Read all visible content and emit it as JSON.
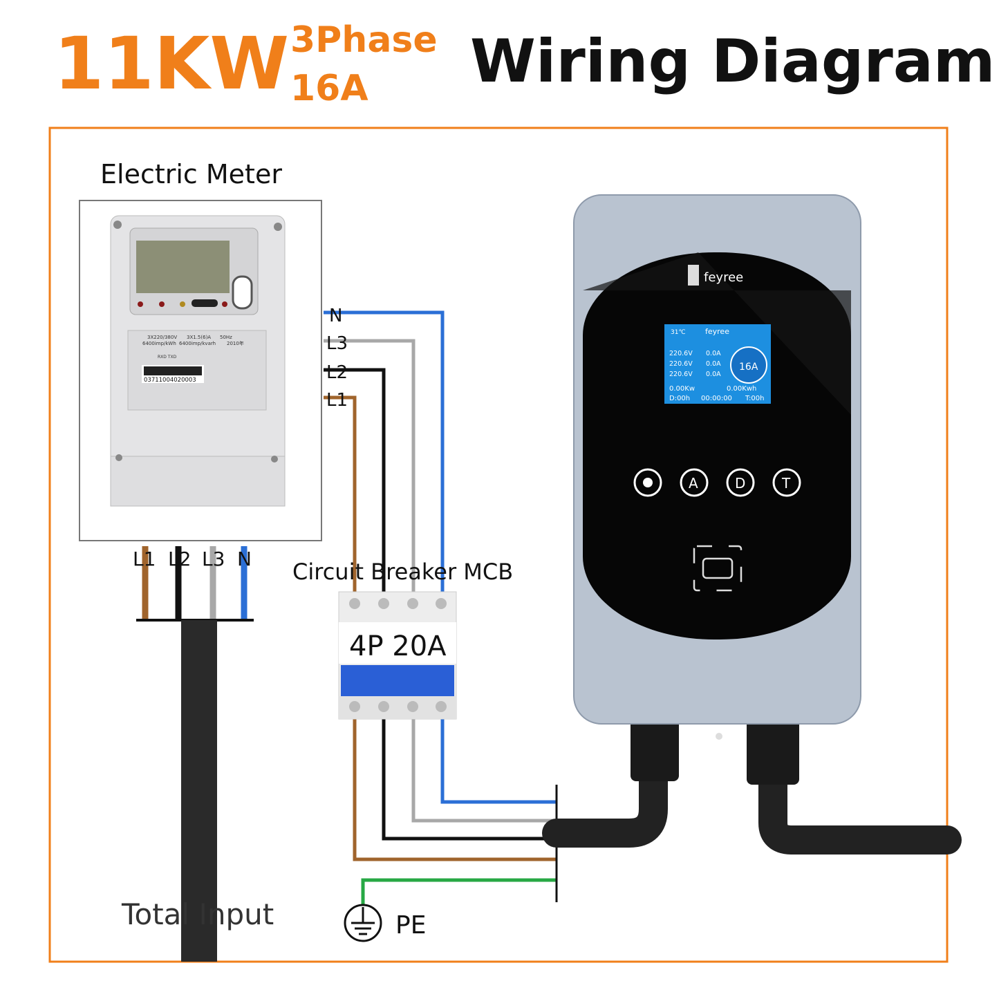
{
  "header": {
    "power": "11KW",
    "phase": "3Phase",
    "current": "16A",
    "title": "Wiring Diagram"
  },
  "meter": {
    "label": "Electric Meter",
    "spec_row1": [
      "3X220/380V",
      "3X1.5(6)A",
      "50Hz"
    ],
    "spec_row2": [
      "6400imp/kWh",
      "6400imp/kvarh",
      "2010年"
    ],
    "ports": "RXD TXD",
    "barcode": "03711004020003",
    "terminals": [
      "L1",
      "L2",
      "L3",
      "N"
    ]
  },
  "wires": {
    "labels": [
      "N",
      "L3",
      "L2",
      "L1"
    ]
  },
  "breaker": {
    "label": "Circuit Breaker MCB",
    "rating": "4P 20A"
  },
  "charger": {
    "brand": "feyree",
    "screen": {
      "temp": "31℃",
      "brand": "feyree",
      "rows": [
        [
          "220.6V",
          "0.0A"
        ],
        [
          "220.6V",
          "0.0A"
        ],
        [
          "220.6V",
          "0.0A"
        ]
      ],
      "current": "16A",
      "power": "0.00Kw",
      "energy": "0.00Kwh",
      "d": "D:00h",
      "time": "00:00:00",
      "t": "T:00h"
    },
    "buttons": [
      "",
      "A",
      "D",
      "T"
    ]
  },
  "input_label": "Total Input",
  "pe_label": "PE",
  "colors": {
    "accent": "#f07f1a",
    "blue": "#2b6fd6",
    "gray": "#a8a8a8",
    "black": "#111111",
    "brown": "#a0642c",
    "green": "#27a844",
    "screen": "#1d8fe0"
  }
}
